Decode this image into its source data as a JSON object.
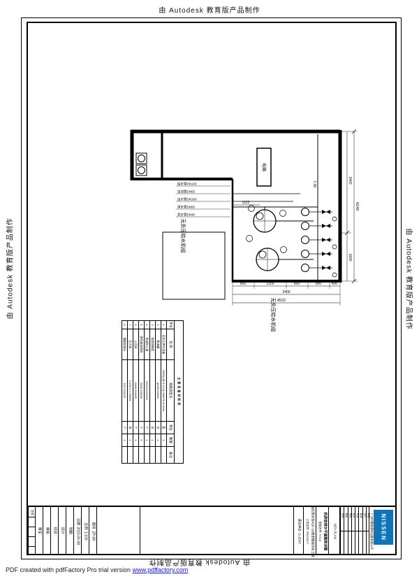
{
  "watermarks": {
    "top": "由 Autodesk 教育版产品制作",
    "left": "由 Autodesk 教育版产品制作",
    "right": "由 Autodesk 教育版产品制作",
    "bottom": "由 Autodesk 教育版产品制作"
  },
  "footer": {
    "text": "PDF created with pdfFactory Pro trial version ",
    "link": "www.pdffactory.com"
  },
  "drawing": {
    "labels": {
      "electric_box": "电箱",
      "pump_unit_left": "无负压给水机组",
      "pump_unit_bottom": "无负压给水机组"
    },
    "annotations": [
      "给水管DN100",
      "溢流管DN65",
      "出水管DN100",
      "排水管DN50",
      "泄水管DN40"
    ],
    "dims": {
      "v_total": "4149",
      "v1": "3400",
      "v2": "1600",
      "elev": "7.49",
      "w1": "1122",
      "s1": "800",
      "s2": "1200",
      "s3": "800",
      "s4": "800",
      "s5": "400",
      "h_sub": "3400",
      "h_total": "4522"
    }
  },
  "equipment_table": {
    "title": "主要设备材料表",
    "headers": [
      "序号",
      "名  称",
      "规格及型号",
      "单位",
      "数量",
      "备注"
    ],
    "rows": [
      [
        "1",
        "无负压供水设备",
        "ZWG(L)Ⅱ-X-13  Q=40m³/h  H=40m",
        "套",
        "1",
        ""
      ],
      [
        "2",
        "稳流罐",
        "φ1200×2000",
        "台",
        "1",
        ""
      ],
      [
        "3",
        "变频控制柜",
        "",
        "台",
        "1",
        ""
      ],
      [
        "4",
        "倒流防止器",
        "HS41X-DN100",
        "个",
        "1",
        ""
      ],
      [
        "5",
        "弹性座封闸阀",
        "Z45X-DN100",
        "个",
        "6",
        ""
      ],
      [
        "6",
        "止回阀",
        "H44X-DN100",
        "个",
        "3",
        ""
      ],
      [
        "7",
        "压力表",
        "Y-100  0~1.6MPa",
        "块",
        "2",
        ""
      ],
      [
        "8",
        "橡胶软接头",
        "KXT-DN100",
        "个",
        "4",
        ""
      ]
    ]
  },
  "title_block": {
    "huiqian": "会签",
    "fields": [
      {
        "label": "审定",
        "value": ""
      },
      {
        "label": "审核",
        "value": ""
      },
      {
        "label": "校对",
        "value": ""
      },
      {
        "label": "设计",
        "value": ""
      },
      {
        "label": "制图",
        "value": ""
      },
      {
        "label": "日期",
        "value": "2010-04-08"
      },
      {
        "label": "比例",
        "value": "1:100"
      },
      {
        "label": "图号",
        "value": "ZP-08"
      }
    ],
    "client_label": "建设单位",
    "client_en": "CLIENT",
    "project_label": "工程名称",
    "project_en": "PROJECT",
    "project_name": "海伦堡水库420~26宿舍楼给排水工程",
    "title_label": "图纸名称",
    "title_en": "TITLE",
    "drawing_title": "机房给排水平面图和详图",
    "key_plan": "KEY PLAN",
    "approvals": [
      "批准",
      "审定",
      "审核",
      "设总",
      "专业",
      "校对",
      "设计",
      "制图"
    ],
    "company": "广州中鹏联康体设备有限公司",
    "logo": "NISSEN"
  }
}
